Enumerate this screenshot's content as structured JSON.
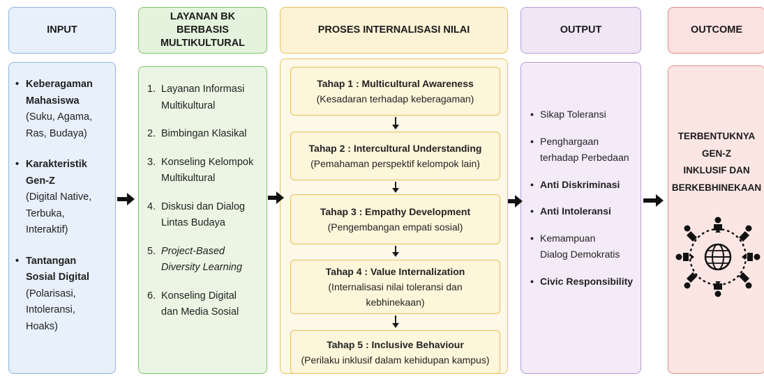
{
  "headers": {
    "input": "INPUT",
    "layanan": [
      "LAYANAN BK",
      "BERBASIS",
      "MULTIKULTURAL"
    ],
    "proses": "PROSES INTERNALISASI NILAI",
    "output": "OUTPUT",
    "outcome": "OUTCOME"
  },
  "input_items": [
    {
      "title": [
        "Keberagaman",
        "Mahasiswa"
      ],
      "sub": [
        "(Suku, Agama,",
        "Ras, Budaya)"
      ]
    },
    {
      "title": [
        "Karakteristik",
        "Gen-Z"
      ],
      "sub": [
        "(Digital Native,",
        "Terbuka,",
        "Interaktif)"
      ]
    },
    {
      "title": [
        "Tantangan",
        "Sosial Digital"
      ],
      "sub": [
        "(Polarisasi,",
        "Intoleransi,",
        "Hoaks)"
      ]
    }
  ],
  "layanan_items": [
    {
      "num": "1.",
      "lines": [
        "Layanan Informasi",
        "Multikultural"
      ]
    },
    {
      "num": "2.",
      "lines": [
        "Bimbingan Klasikal"
      ]
    },
    {
      "num": "3.",
      "lines": [
        "Konseling Kelompok",
        "Multikultural"
      ]
    },
    {
      "num": "4.",
      "lines": [
        "Diskusi dan Dialog",
        "Lintas Budaya"
      ]
    },
    {
      "num": "5.",
      "lines": [
        "Project-Based",
        "Diversity Learning"
      ]
    },
    {
      "num": "6.",
      "lines": [
        "Konseling Digital",
        "dan Media Sosial"
      ]
    }
  ],
  "steps": [
    {
      "title": "Tahap 1 : Multicultural Awareness",
      "desc": [
        "(Kesadaran terhadap keberagaman)"
      ]
    },
    {
      "title": "Tahap 2 : Intercultural Understanding",
      "desc": [
        "(Pemahaman perspektif kelompok lain)"
      ]
    },
    {
      "title": "Tahap 3 : Empathy Development",
      "desc": [
        "(Pengembangan empati sosial)"
      ]
    },
    {
      "title": "Tahap 4 : Value Internalization",
      "desc": [
        "(Internalisasi nilai toleransi dan",
        "kebhinekaan)"
      ]
    },
    {
      "title": "Tahap 5 : Inclusive Behaviour",
      "desc": [
        "(Perilaku inklusif dalam kehidupan kampus)"
      ]
    }
  ],
  "output_items": [
    {
      "lines": [
        "Sikap Toleransi"
      ],
      "bold": false
    },
    {
      "lines": [
        "Penghargaan",
        "terhadap Perbedaan"
      ],
      "bold": false
    },
    {
      "lines": [
        "Anti Diskriminasi"
      ],
      "bold": true
    },
    {
      "lines": [
        "Anti Intoleransi"
      ],
      "bold": true
    },
    {
      "lines": [
        "Kemampuan",
        "Dialog Demokratis"
      ],
      "bold": false
    },
    {
      "lines": [
        "Civic Responsibility"
      ],
      "bold": true
    }
  ],
  "outcome": {
    "lines": [
      "TERBENTUKNYA",
      "GEN-Z",
      "INKLUSIF DAN",
      "BERKEBHINEKAAN"
    ],
    "icon": "community-globe-icon"
  },
  "colors": {
    "input": "#e7f0fb",
    "layanan": "#e4f3dd",
    "proses": "#fcf3d6",
    "output": "#efe6f6",
    "outcome": "#fbe1df"
  }
}
